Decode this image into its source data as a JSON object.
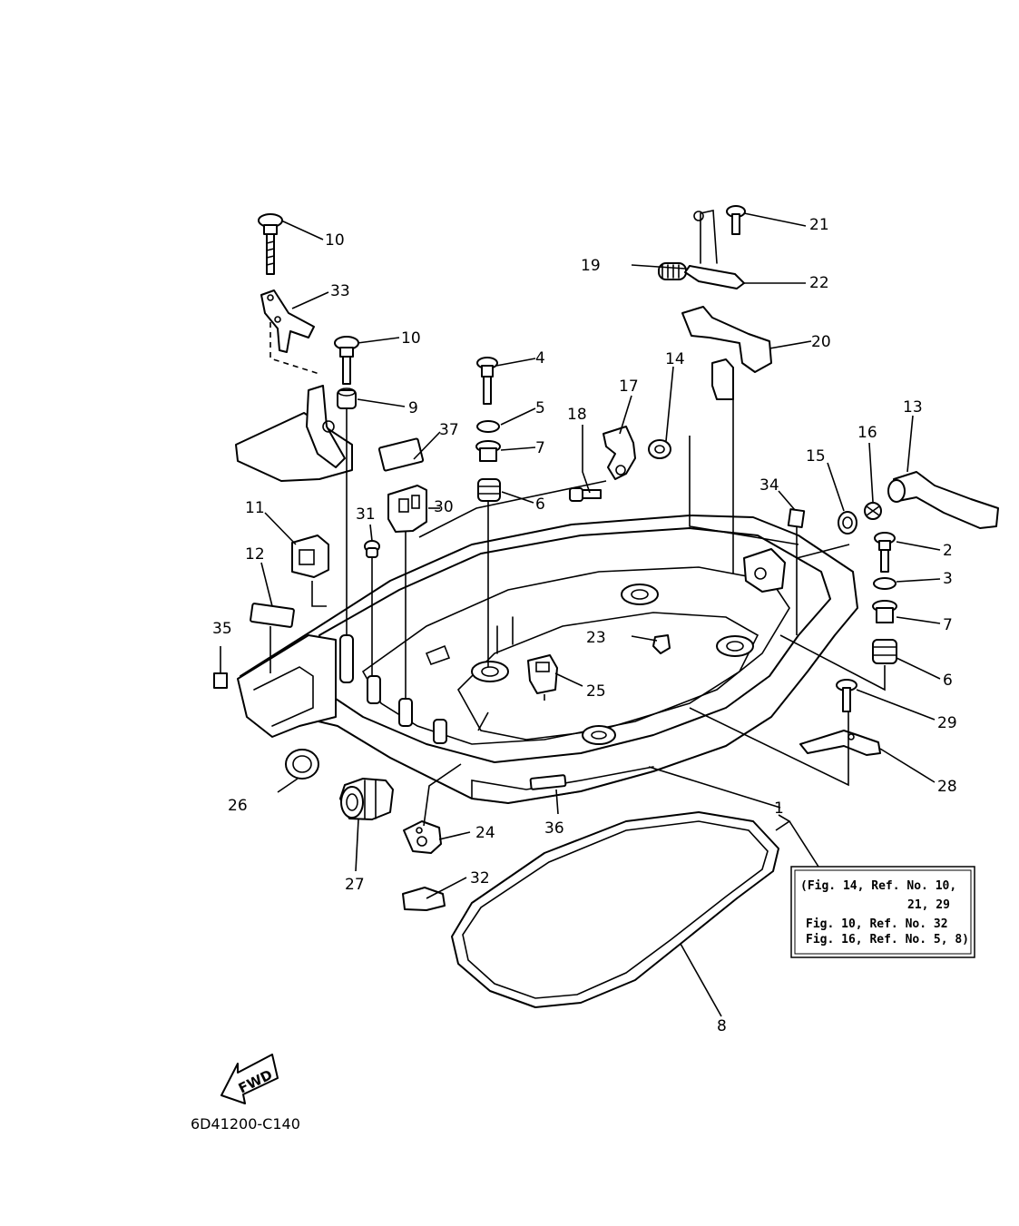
{
  "callouts": {
    "c1": "1",
    "c2": "2",
    "c3": "3",
    "c4": "4",
    "c5": "5",
    "c6a": "6",
    "c6b": "6",
    "c7a": "7",
    "c7b": "7",
    "c8": "8",
    "c9": "9",
    "c10a": "10",
    "c10b": "10",
    "c11": "11",
    "c12": "12",
    "c13": "13",
    "c14": "14",
    "c15": "15",
    "c16": "16",
    "c17": "17",
    "c18": "18",
    "c19": "19",
    "c20": "20",
    "c21": "21",
    "c22": "22",
    "c23": "23",
    "c24": "24",
    "c25": "25",
    "c26": "26",
    "c27": "27",
    "c28": "28",
    "c29": "29",
    "c30": "30",
    "c31": "31",
    "c32": "32",
    "c33": "33",
    "c34": "34",
    "c35": "35",
    "c36": "36",
    "c37": "37"
  },
  "note": {
    "line1": "(Fig. 14, Ref. No. 10,",
    "line2": "21, 29",
    "line3": "Fig. 10, Ref. No. 32",
    "line4": "Fig. 16, Ref. No. 5, 8)"
  },
  "fwd_label": "FWD",
  "diagram_code": "6D41200-C140"
}
